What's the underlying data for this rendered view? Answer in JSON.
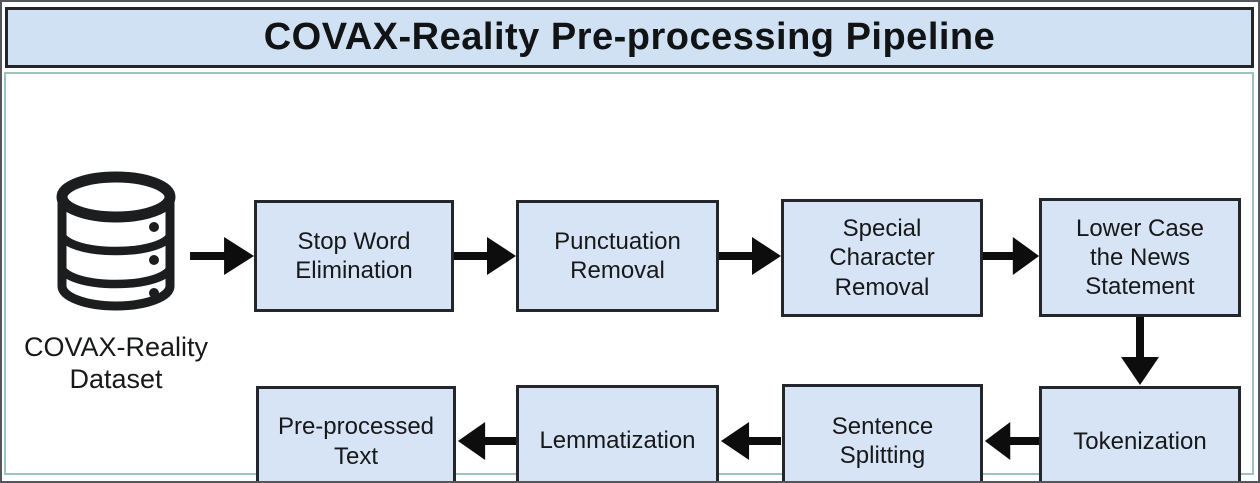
{
  "title": "COVAX-Reality Pre-processing Pipeline",
  "source": {
    "icon": "database-cylinder-icon",
    "label": "COVAX-Reality\nDataset"
  },
  "steps": {
    "row1": [
      {
        "label": "Stop Word\nElimination"
      },
      {
        "label": "Punctuation\nRemoval"
      },
      {
        "label": "Special\nCharacter\nRemoval"
      },
      {
        "label": "Lower Case\nthe News\nStatement"
      }
    ],
    "row2": [
      {
        "label": "Tokenization"
      },
      {
        "label": "Sentence\nSplitting"
      },
      {
        "label": "Lemmatization"
      },
      {
        "label": "Pre-processed\nText"
      }
    ]
  },
  "icons": [
    "database-cylinder-icon",
    "arrow-right-icon",
    "arrow-down-icon",
    "arrow-left-icon"
  ],
  "colors": {
    "title_bg": "#cfe1f3",
    "box_bg": "#d7e4f5",
    "box_border": "#23272c",
    "frame_border": "#9cc4bd",
    "arrow": "#0d0d0d"
  }
}
